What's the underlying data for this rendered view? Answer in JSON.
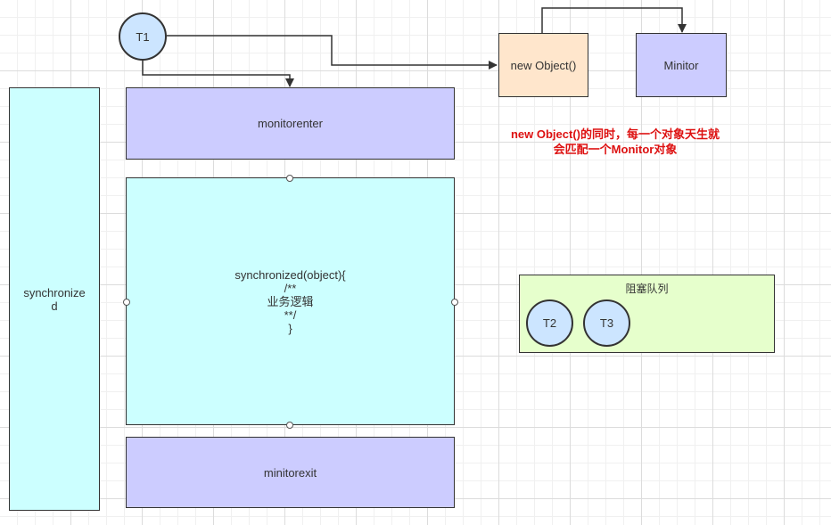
{
  "threads": {
    "t1": "T1",
    "t2": "T2",
    "t3": "T3"
  },
  "boxes": {
    "synchronized": "synchronize\nd",
    "monitorenter": "monitorenter",
    "sync_block": "synchronized(object){\n/**\n业务逻辑\n**/\n}",
    "monitorexit": "minitorexit",
    "new_object": "new Object()",
    "monitor": "Minitor",
    "queue": "阻塞队列"
  },
  "note": {
    "line1": "new Object()的同时，每一个对象天生就",
    "line2": "会匹配一个Monitor对象"
  },
  "colors": {
    "cyan": "#ccffff",
    "lavender": "#ccccff",
    "peach": "#ffe6cc",
    "light_green": "#e6ffcc",
    "thread_blue": "#cce5ff",
    "note_red": "#dd1111"
  }
}
